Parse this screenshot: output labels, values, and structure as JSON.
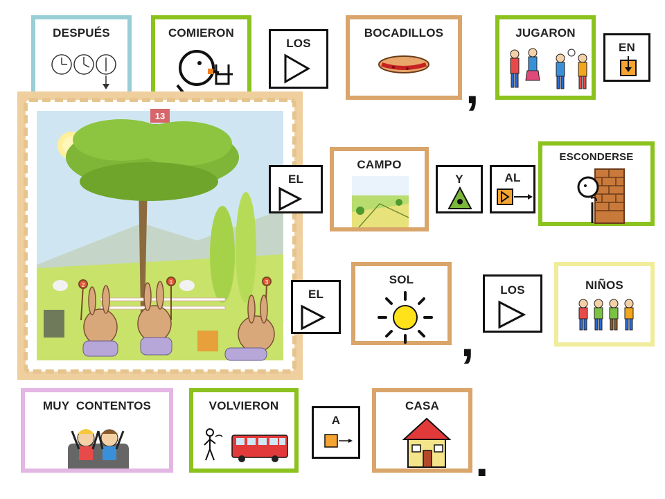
{
  "cards": {
    "despues": "DESPUÉS",
    "comieron": "COMIERON",
    "los1": "LOS",
    "bocadillos": "BOCADILLOS",
    "jugaron": "JUGARON",
    "en": "EN",
    "el1": "EL",
    "campo": "CAMPO",
    "y": "Y",
    "al": "AL",
    "esconderse": "ESCONDERSE",
    "el2": "EL",
    "sol": "SOL",
    "los2": "LOS",
    "ninos": "NIÑOS",
    "muy_contentos": "MUY  CONTENTOS",
    "volvieron": "VOLVIERON",
    "a": "A",
    "casa": "CASA"
  },
  "punctuation": {
    "comma1": ",",
    "comma2": ",",
    "period": "."
  },
  "scene": {
    "page_number": "13",
    "marker_1": "1",
    "marker_2": "2",
    "marker_3": "3"
  },
  "colors": {
    "blue_border": "#98cfd6",
    "green_border": "#8cc21e",
    "brown_border": "#d9a56b",
    "yellow_border": "#f1ec9b",
    "pink_border": "#e3b6e3",
    "black_border": "#111111"
  },
  "icons": [
    "clock-icon",
    "eating-icon",
    "triangle-icon",
    "sandwich-icon",
    "children-playing-icon",
    "box-arrow-down-icon",
    "field-icon",
    "triangle-dot-icon",
    "box-arrow-right-icon",
    "hiding-icon",
    "sun-icon",
    "children-icon",
    "happy-kids-icon",
    "walking-bus-icon",
    "house-icon"
  ]
}
